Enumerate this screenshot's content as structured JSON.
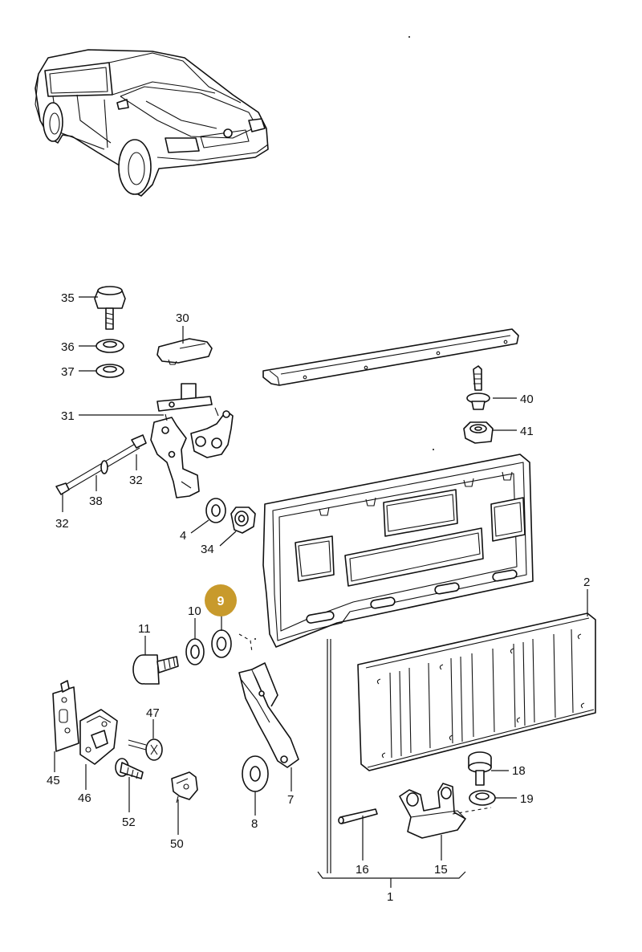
{
  "diagram": {
    "labels": {
      "l35": "35",
      "l36": "36",
      "l37": "37",
      "l30": "30",
      "l31": "31",
      "l32a": "32",
      "l32b": "32",
      "l38": "38",
      "l4": "4",
      "l34": "34",
      "l40": "40",
      "l41": "41",
      "l2": "2",
      "l10": "10",
      "l11": "11",
      "l7": "7",
      "l8": "8",
      "l45": "45",
      "l46": "46",
      "l47": "47",
      "l52": "52",
      "l50": "50",
      "l18": "18",
      "l19": "19",
      "l16": "16",
      "l15": "15",
      "l1": "1"
    },
    "highlight": {
      "label": "9",
      "color": "#c89a2c"
    },
    "colors": {
      "line": "#111111",
      "background": "#ffffff"
    }
  }
}
